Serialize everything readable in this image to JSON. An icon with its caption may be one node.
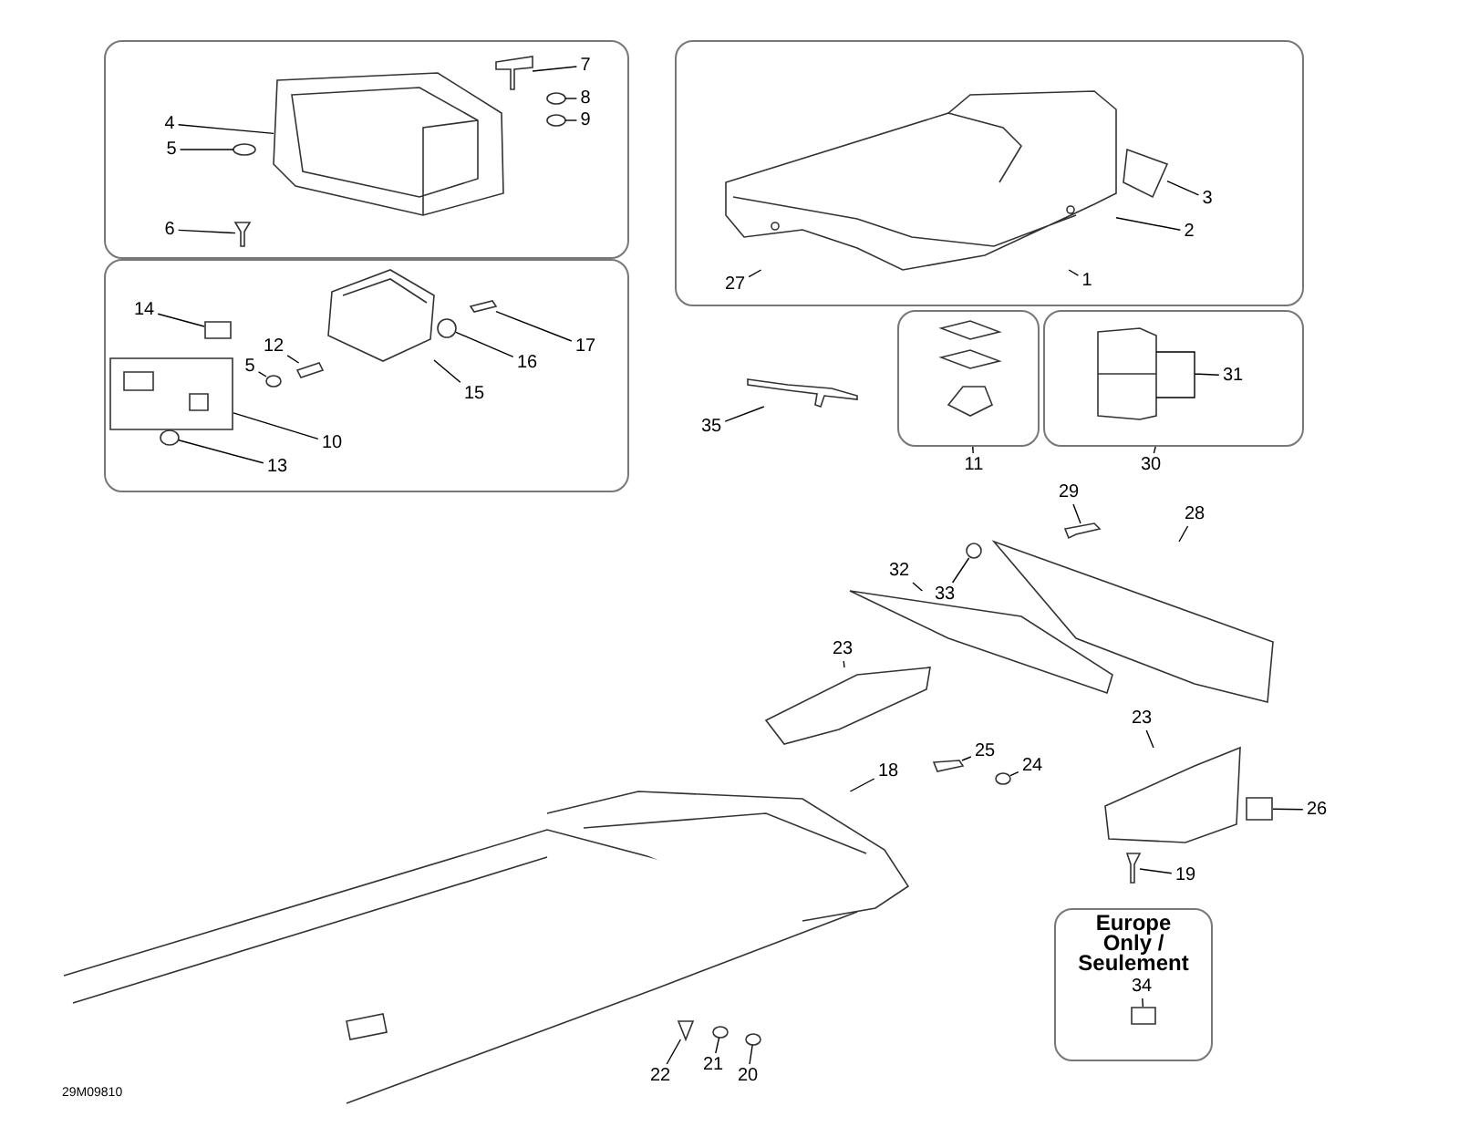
{
  "diagram": {
    "nodes": [
      {
        "text": [],
        "shape": "box"
      },
      {
        "text": [
          "4"
        ],
        "in": 0
      },
      {
        "text": [],
        "shape": "picture",
        "in": 0
      },
      {
        "text": [
          "5"
        ],
        "in": 0
      },
      {
        "text": [],
        "shape": "picture",
        "in": 0
      },
      {
        "text": [
          "6"
        ],
        "in": 0
      },
      {
        "text": [],
        "shape": "picture",
        "in": 0
      },
      {
        "text": [
          "7"
        ],
        "in": 0
      },
      {
        "text": [],
        "shape": "picture",
        "in": 0
      },
      {
        "text": [
          "8"
        ],
        "in": 0
      },
      {
        "text": [],
        "shape": "picture",
        "in": 0
      },
      {
        "text": [
          "9"
        ],
        "in": 0
      },
      {
        "text": [],
        "shape": "picture",
        "in": 0
      },
      {
        "text": [],
        "shape": "box"
      },
      {
        "text": [
          "14"
        ],
        "in": 13
      },
      {
        "text": [],
        "shape": "box",
        "in": 13
      },
      {
        "text": [
          "12"
        ],
        "in": 13
      },
      {
        "text": [],
        "shape": "picture",
        "in": 13
      },
      {
        "text": [
          "5"
        ],
        "in": 13
      },
      {
        "text": [],
        "shape": "picture",
        "in": 13
      },
      {
        "text": [
          "10"
        ],
        "in": 13
      },
      {
        "text": [],
        "shape": "box",
        "in": 13
      },
      {
        "text": [
          "13"
        ],
        "in": 13
      },
      {
        "text": [],
        "shape": "picture",
        "in": 13
      },
      {
        "text": [
          "15"
        ],
        "in": 13
      },
      {
        "text": [],
        "shape": "picture",
        "in": 13
      },
      {
        "text": [
          "16"
        ],
        "in": 13
      },
      {
        "text": [],
        "shape": "picture",
        "in": 13
      },
      {
        "text": [
          "17"
        ],
        "in": 13
      },
      {
        "text": [],
        "shape": "picture",
        "in": 13
      },
      {
        "text": [],
        "shape": "box"
      },
      {
        "text": [
          "3"
        ],
        "in": 30
      },
      {
        "text": [],
        "shape": "picture",
        "in": 30
      },
      {
        "text": [
          "2"
        ],
        "in": 30
      },
      {
        "text": [
          "1"
        ],
        "in": 30
      },
      {
        "text": [],
        "shape": "picture",
        "in": 30
      },
      {
        "text": [
          "27"
        ],
        "in": 30
      },
      {
        "text": [],
        "shape": "box"
      },
      {
        "text": [],
        "shape": "box"
      },
      {
        "text": [
          "11"
        ]
      },
      {
        "text": [
          "30"
        ]
      },
      {
        "text": [
          "31"
        ],
        "in": 38
      },
      {
        "text": [],
        "shape": "picture",
        "in": 38
      },
      {
        "text": [
          "35"
        ]
      },
      {
        "text": [],
        "shape": "picture"
      },
      {
        "text": [
          "29"
        ]
      },
      {
        "text": [],
        "shape": "picture"
      },
      {
        "text": [
          "33"
        ]
      },
      {
        "text": [],
        "shape": "picture"
      },
      {
        "text": [
          "32"
        ]
      },
      {
        "text": [],
        "shape": "picture"
      },
      {
        "text": [
          "28"
        ]
      },
      {
        "text": [],
        "shape": "picture"
      },
      {
        "text": [
          "23"
        ]
      },
      {
        "text": [],
        "shape": "picture"
      },
      {
        "text": [
          "23"
        ]
      },
      {
        "text": [],
        "shape": "picture"
      },
      {
        "text": [
          "25"
        ]
      },
      {
        "text": [],
        "shape": "picture"
      },
      {
        "text": [
          "24"
        ]
      },
      {
        "text": [],
        "shape": "picture"
      },
      {
        "text": [
          "18"
        ]
      },
      {
        "text": [],
        "shape": "picture"
      },
      {
        "text": [
          "26"
        ]
      },
      {
        "text": [],
        "shape": "box"
      },
      {
        "text": [
          "19"
        ]
      },
      {
        "text": [],
        "shape": "picture"
      },
      {
        "text": [
          "Europe Only / Seulement"
        ]
      },
      {
        "text": [
          "34"
        ],
        "in": 67
      },
      {
        "text": [],
        "shape": "box",
        "in": 67
      },
      {
        "text": [
          "22"
        ]
      },
      {
        "text": [],
        "shape": "picture"
      },
      {
        "text": [
          "21"
        ]
      },
      {
        "text": [],
        "shape": "picture"
      },
      {
        "text": [
          "20"
        ]
      },
      {
        "text": [],
        "shape": "picture"
      }
    ],
    "edges": [
      {
        "from": 1,
        "to": 2,
        "arrow": "none"
      },
      {
        "from": 3,
        "to": 4,
        "arrow": "none"
      },
      {
        "from": 5,
        "to": 6,
        "arrow": "none"
      },
      {
        "from": 7,
        "to": 8,
        "arrow": "none"
      },
      {
        "from": 9,
        "to": 10,
        "arrow": "none"
      },
      {
        "from": 11,
        "to": 12,
        "arrow": "none"
      },
      {
        "from": 14,
        "to": 15,
        "arrow": "none"
      },
      {
        "from": 16,
        "to": 17,
        "arrow": "none"
      },
      {
        "from": 18,
        "to": 19,
        "arrow": "none"
      },
      {
        "from": 20,
        "to": 21,
        "arrow": "none"
      },
      {
        "from": 22,
        "to": 23,
        "arrow": "none"
      },
      {
        "from": 24,
        "to": 25,
        "arrow": "none"
      },
      {
        "from": 26,
        "to": 27,
        "arrow": "none"
      },
      {
        "from": 28,
        "to": 29,
        "arrow": "none"
      },
      {
        "from": 31,
        "to": 35,
        "arrow": "none"
      },
      {
        "from": 33,
        "to": 32,
        "arrow": "none"
      },
      {
        "from": 34,
        "to": 32,
        "arrow": "none"
      },
      {
        "from": 36,
        "to": 32,
        "arrow": "none"
      },
      {
        "from": 39,
        "to": 37,
        "arrow": "none"
      },
      {
        "from": 40,
        "to": 38,
        "arrow": "none"
      },
      {
        "from": 41,
        "to": 42,
        "arrow": "none"
      },
      {
        "from": 43,
        "to": 44,
        "arrow": "none"
      },
      {
        "from": 45,
        "to": 46,
        "arrow": "none"
      },
      {
        "from": 47,
        "to": 48,
        "arrow": "none"
      },
      {
        "from": 49,
        "to": 50,
        "arrow": "none"
      },
      {
        "from": 51,
        "to": 52,
        "arrow": "none"
      },
      {
        "from": 53,
        "to": 54,
        "arrow": "none"
      },
      {
        "from": 55,
        "to": 56,
        "arrow": "none"
      },
      {
        "from": 57,
        "to": 58,
        "arrow": "none"
      },
      {
        "from": 59,
        "to": 60,
        "arrow": "none"
      },
      {
        "from": 61,
        "to": 62,
        "arrow": "none"
      },
      {
        "from": 63,
        "to": 64,
        "arrow": "none"
      },
      {
        "from": 65,
        "to": 66,
        "arrow": "none"
      },
      {
        "from": 68,
        "to": 69,
        "arrow": "none"
      },
      {
        "from": 70,
        "to": 71,
        "arrow": "none"
      },
      {
        "from": 72,
        "to": 73,
        "arrow": "none"
      },
      {
        "from": 74,
        "to": 75,
        "arrow": "none"
      }
    ],
    "labels": [
      "29M09810"
    ]
  }
}
